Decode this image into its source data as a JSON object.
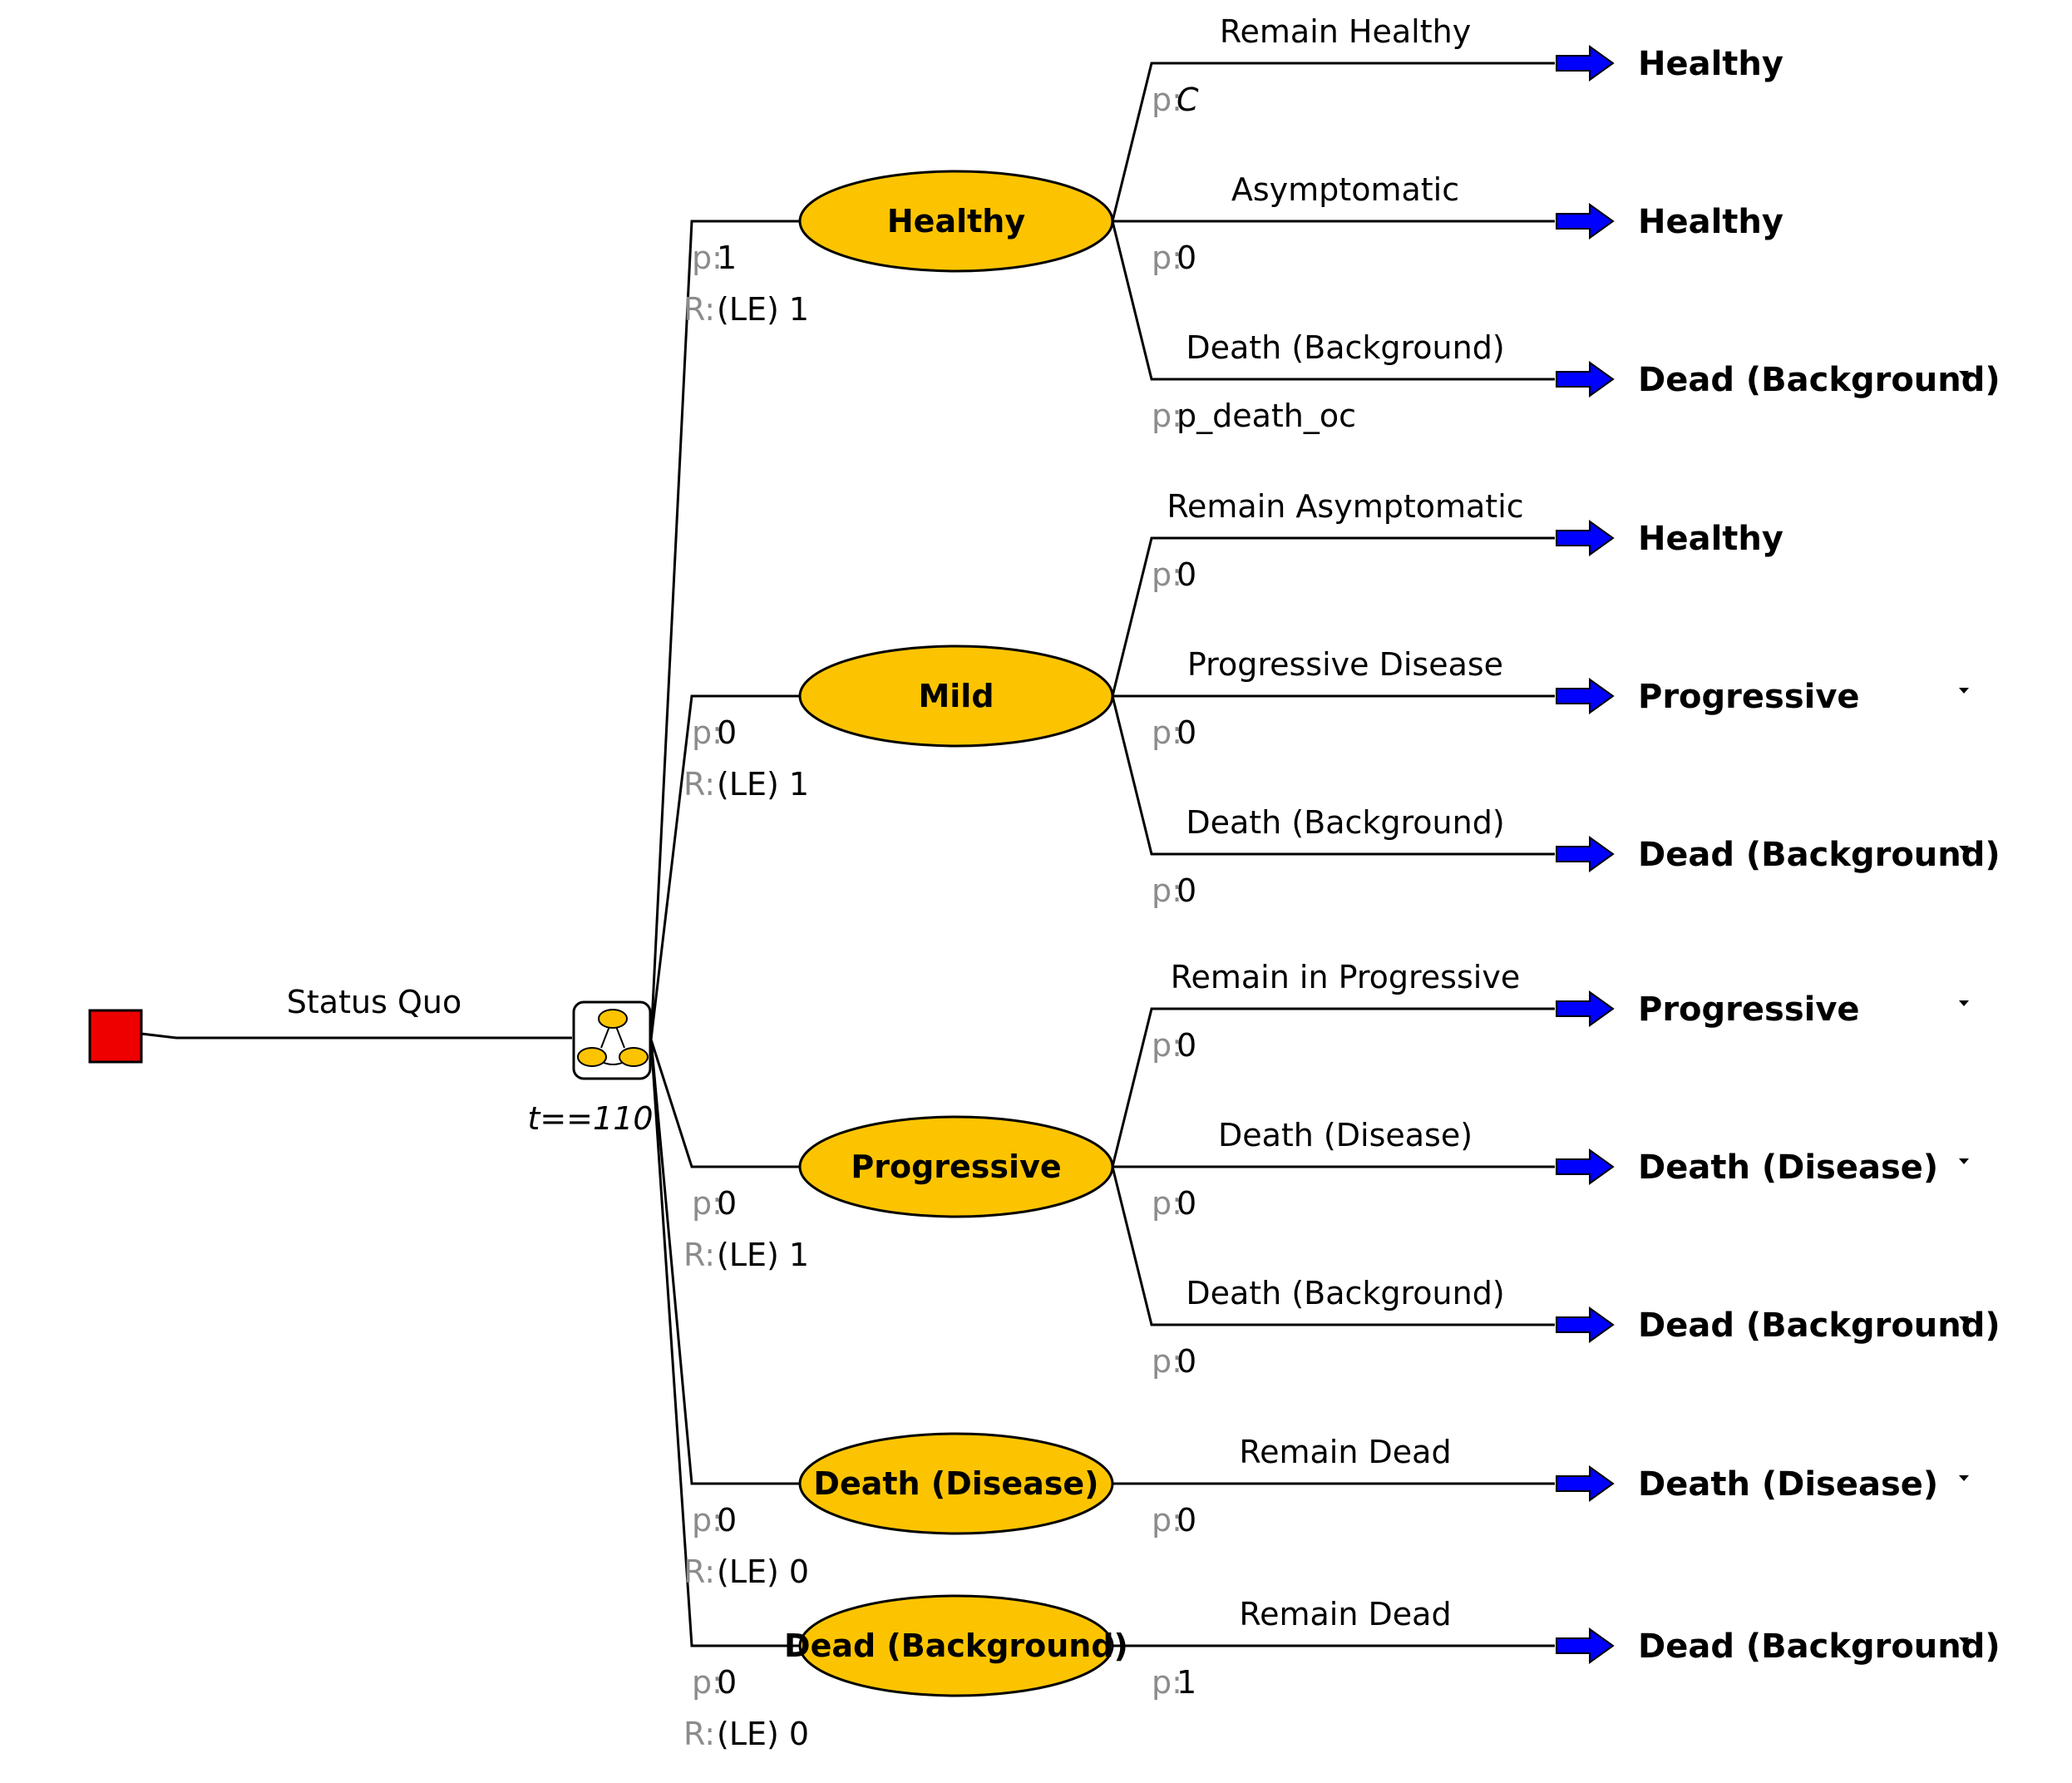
{
  "decision": {
    "strategy_label": "Status Quo",
    "markov_time": "t==110",
    "decision_color": "#ee0000",
    "state_color": "#fcc400",
    "arrow_color": "#0000ff",
    "markov_icon": "markov-node-icon",
    "decision_icon": "decision-node-icon",
    "terminal_icon": "blue-arrow-icon",
    "marker_icon": "small-triangle-icon"
  },
  "states": [
    {
      "name": "Healthy",
      "p_tag": "p:",
      "p": "1",
      "r_tag": "R:",
      "r": "(LE) 1",
      "transitions": [
        {
          "label": "Remain Healthy",
          "p_tag": "p:",
          "p": "C",
          "italic": true,
          "terminal": "Healthy",
          "marker": false
        },
        {
          "label": "Asymptomatic",
          "p_tag": "p:",
          "p": "0",
          "italic": false,
          "terminal": "Healthy",
          "marker": false
        },
        {
          "label": "Death (Background)",
          "p_tag": "p:",
          "p": "p_death_oc",
          "italic": false,
          "terminal": "Dead (Background)",
          "marker": true
        }
      ]
    },
    {
      "name": "Mild",
      "p_tag": "p:",
      "p": "0",
      "r_tag": "R:",
      "r": "(LE) 1",
      "transitions": [
        {
          "label": "Remain Asymptomatic",
          "p_tag": "p:",
          "p": "0",
          "italic": false,
          "terminal": "Healthy",
          "marker": false
        },
        {
          "label": "Progressive Disease",
          "p_tag": "p:",
          "p": "0",
          "italic": false,
          "terminal": "Progressive",
          "marker": true
        },
        {
          "label": "Death (Background)",
          "p_tag": "p:",
          "p": "0",
          "italic": false,
          "terminal": "Dead (Background)",
          "marker": true
        }
      ]
    },
    {
      "name": "Progressive",
      "p_tag": "p:",
      "p": "0",
      "r_tag": "R:",
      "r": "(LE) 1",
      "transitions": [
        {
          "label": "Remain in Progressive",
          "p_tag": "p:",
          "p": "0",
          "italic": false,
          "terminal": "Progressive",
          "marker": true
        },
        {
          "label": "Death (Disease)",
          "p_tag": "p:",
          "p": "0",
          "italic": false,
          "terminal": "Death (Disease)",
          "marker": true
        },
        {
          "label": "Death (Background)",
          "p_tag": "p:",
          "p": "0",
          "italic": false,
          "terminal": "Dead (Background)",
          "marker": true
        }
      ]
    },
    {
      "name": "Death (Disease)",
      "p_tag": "p:",
      "p": "0",
      "r_tag": "R:",
      "r": "(LE) 0",
      "transitions": [
        {
          "label": "Remain Dead",
          "p_tag": "p:",
          "p": "0",
          "italic": false,
          "terminal": "Death (Disease)",
          "marker": true
        }
      ]
    },
    {
      "name": "Dead (Background)",
      "p_tag": "p:",
      "p": "0",
      "r_tag": "R:",
      "r": "(LE) 0",
      "transitions": [
        {
          "label": "Remain Dead",
          "p_tag": "p:",
          "p": "1",
          "italic": false,
          "terminal": "Dead (Background)",
          "marker": true
        }
      ]
    }
  ]
}
